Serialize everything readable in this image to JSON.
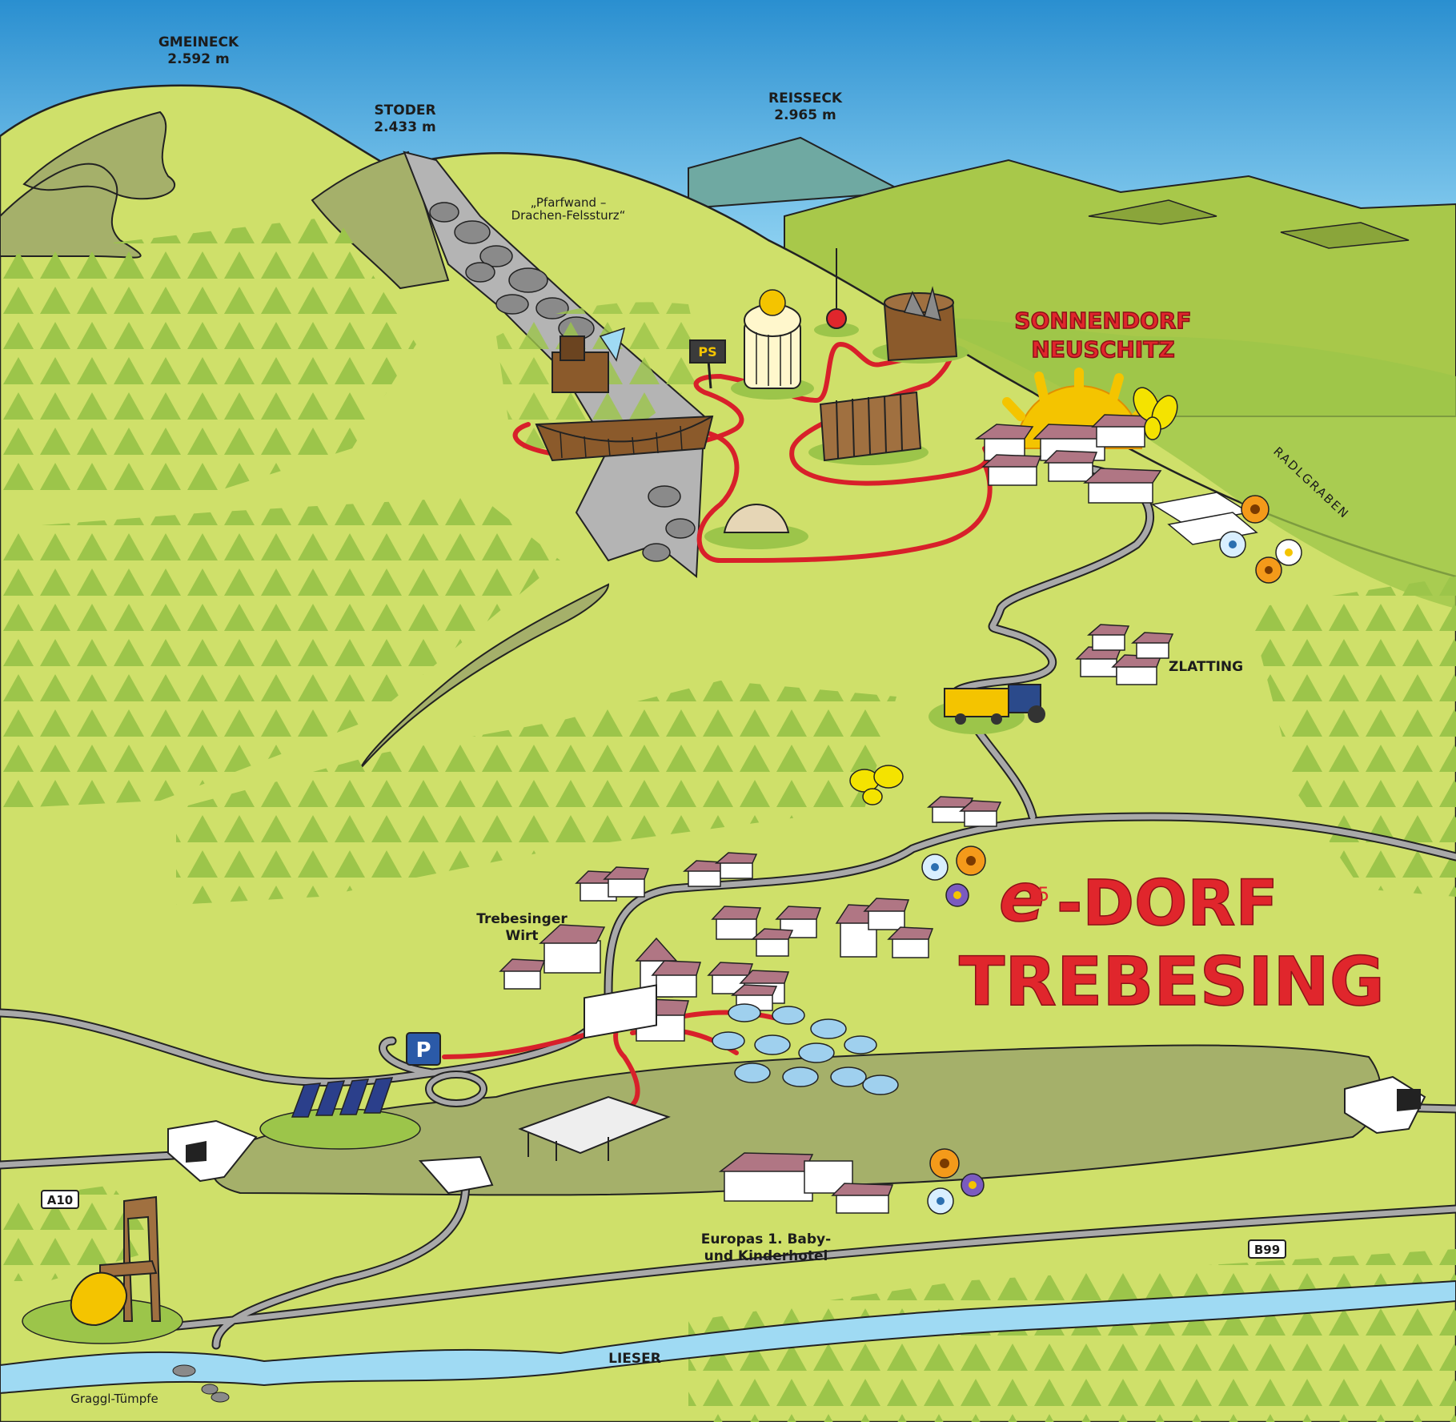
{
  "map_title": {
    "line1_prefix": "e",
    "line1_sup": "5",
    "line1_rest": "-DORF",
    "line2": "TREBESING"
  },
  "village_title": {
    "line1": "SONNENDORF",
    "line2": "NEUSCHITZ"
  },
  "peaks": [
    {
      "name": "GMEINECK",
      "elevation": "2.592 m"
    },
    {
      "name": "STODER",
      "elevation": "2.433 m"
    },
    {
      "name": "REISSECK",
      "elevation": "2.965 m"
    }
  ],
  "places": {
    "rockfall_line1": "„Pfarfwand –",
    "rockfall_line2": "Drachen-Felssturz“",
    "radlgraben": "RADLGRABEN",
    "zlatting": "ZLATTING",
    "wirt_line1": "Trebesinger",
    "wirt_line2": "Wirt",
    "hotel_line1": "Europas 1. Baby-",
    "hotel_line2": "und Kinderhotel",
    "river": "LIESER",
    "pools": "Graggl-Tümpfe"
  },
  "road_signs": {
    "a10": "A10",
    "b99": "B99",
    "parking": "P",
    "ps": "PS"
  },
  "colors": {
    "sky_top": "#2a8fd0",
    "sky_bottom": "#8fd2f2",
    "meadow": "#cfe06a",
    "mountain": "#bcd458",
    "forest": "#9cc54a",
    "valley_floor": "#a5b06a",
    "trail": "#d8202a",
    "title_red": "#e0262c",
    "river": "#9fdaf3",
    "road": "#a9a9a9"
  }
}
